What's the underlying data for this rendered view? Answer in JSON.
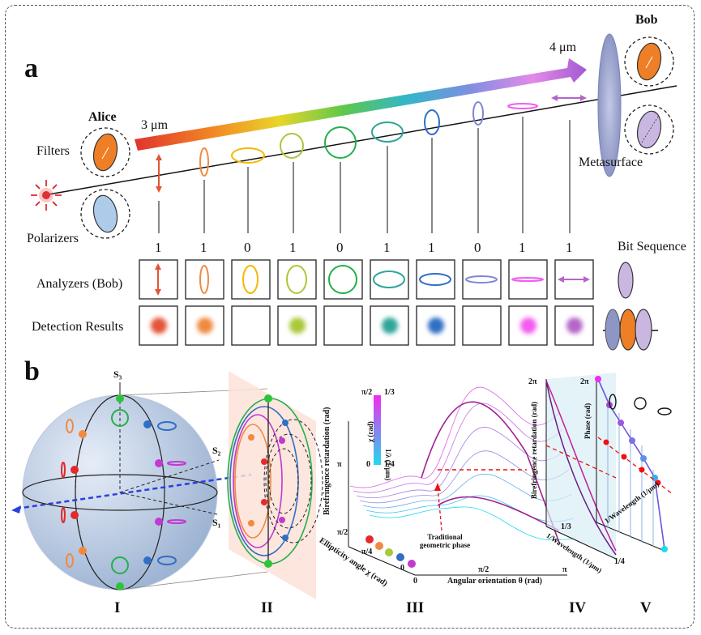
{
  "panel_a": {
    "letter": "a",
    "alice": "Alice",
    "bob": "Bob",
    "filters": "Filters",
    "polarizers": "Polarizers",
    "metasurface": "Metasurface",
    "wl_start": "3 μm",
    "wl_end": "4 μm",
    "bit_sequence_label": "Bit Sequence",
    "bits": [
      "1",
      "1",
      "0",
      "1",
      "0",
      "1",
      "1",
      "0",
      "1",
      "1"
    ],
    "analyzers_label": "Analyzers (Bob)",
    "detection_label": "Detection Results",
    "state_colors": [
      "#e2553a",
      "#f08a40",
      "#f5b800",
      "#a9c83a",
      "#22b04a",
      "#2fa59a",
      "#2f6fc4",
      "#7f86d6",
      "#f25cf0",
      "#b565c9"
    ],
    "detections": [
      true,
      true,
      false,
      true,
      false,
      true,
      true,
      false,
      true,
      true
    ]
  },
  "panel_b": {
    "letter": "b",
    "sphere_axes": {
      "s1": "S₁",
      "s2": "S₂",
      "s3": "S₃"
    },
    "III": {
      "y_axis": "Birefringence retardation (rad)",
      "x_axis": "Angular orientation θ (rad)",
      "z_axis": "Ellipticity angle χ (rad)",
      "annotation": "Traditional geometric phase",
      "y_ticks": [
        "0",
        "π"
      ],
      "x_ticks": [
        "0",
        "π/2",
        "π"
      ],
      "z_ticks": [
        "0",
        "π/4",
        "π/2"
      ],
      "colorbar_chi_top": "π/2",
      "colorbar_chi_bottom": "0",
      "colorbar_chi_label": "χ (rad)",
      "colorbar_lambda_top": "1/3",
      "colorbar_lambda_bottom": "1/4",
      "colorbar_lambda_label": "1/λ (1/μm)"
    },
    "IV": {
      "y_axis": "Birefringence retardation (rad)",
      "x_axis": "1/Wavelength (1/μm)",
      "y_top": "2π",
      "x_left": "1/3"
    },
    "V": {
      "y_axis": "Phase (rad)",
      "x_axis": "1/Wavelength (1/μm)",
      "y_top": "2π",
      "x_right": "1/4"
    },
    "roman": [
      "I",
      "II",
      "III",
      "IV",
      "V"
    ]
  }
}
